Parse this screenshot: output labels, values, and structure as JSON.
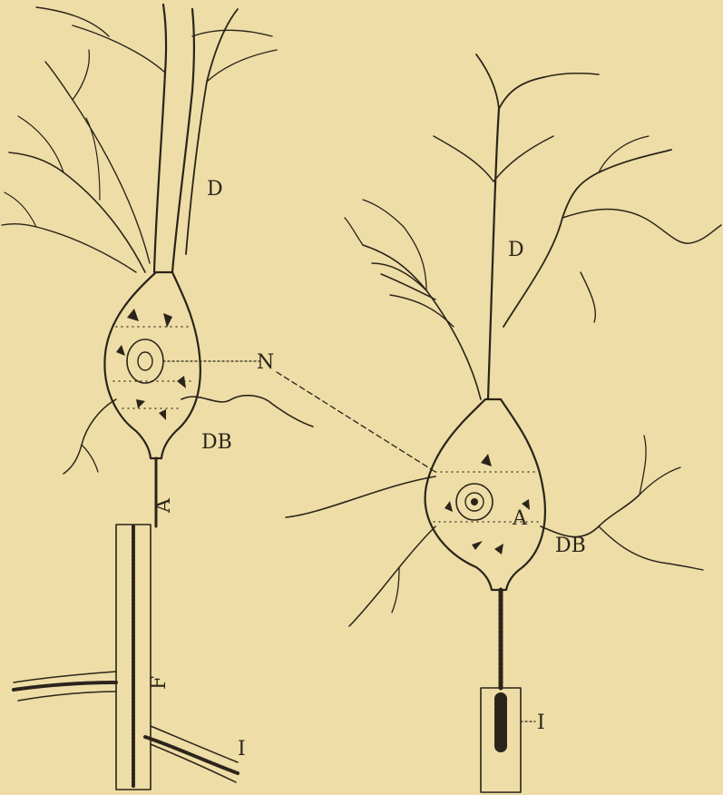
{
  "figure": {
    "background": "#EEDDA6",
    "ink": "#2A241A",
    "labels": {
      "D_left": "D",
      "N": "N",
      "DB_left": "DB",
      "A_left": "A",
      "F": "F",
      "I_left": "I",
      "D_right": "D",
      "A_right": "A",
      "DB_right": "DB",
      "I_right": "I"
    }
  }
}
